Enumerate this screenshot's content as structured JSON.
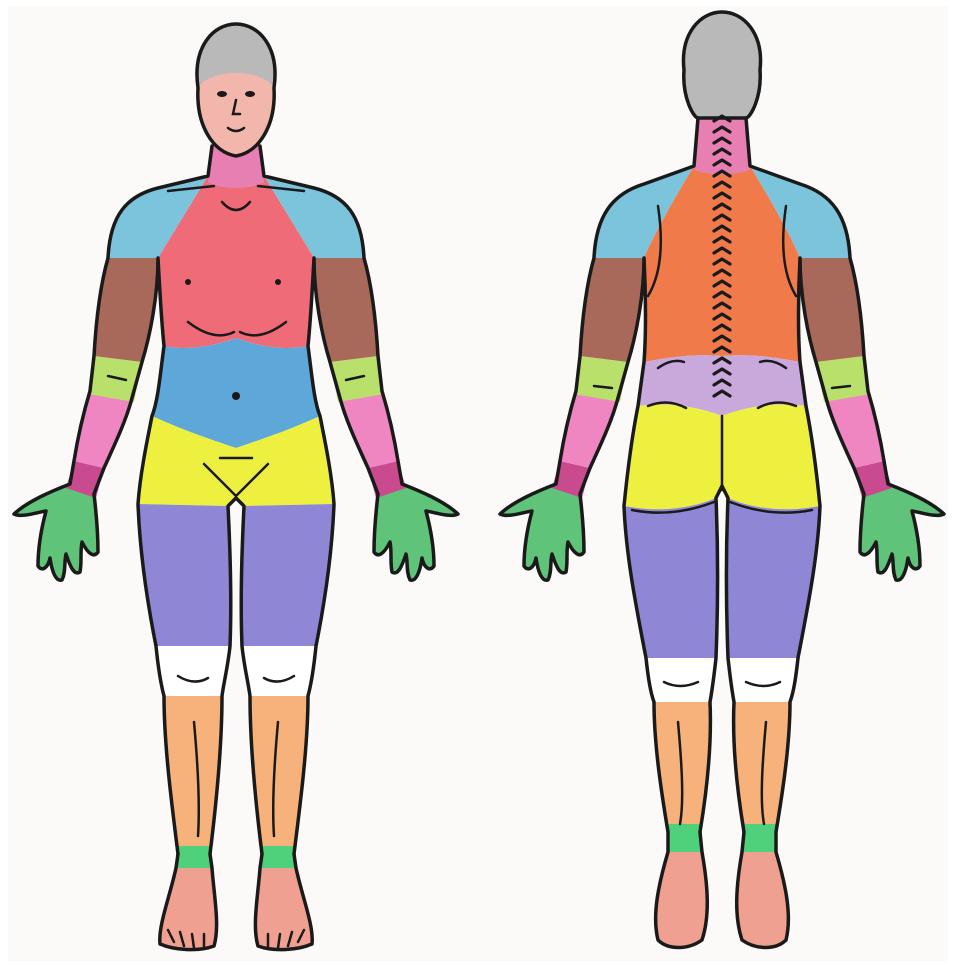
{
  "figure": {
    "views": [
      "front",
      "back"
    ],
    "background": "#fbfaf8",
    "outline_color": "#1a1a1a"
  },
  "colors": {
    "head": "#b9b9b9",
    "skin": "#f2b6ac",
    "neck": "#e87fb3",
    "shoulder": "#7cc4dc",
    "chest": "#ef6b78",
    "upper_back": "#f07a4a",
    "lower_back": "#c9a8dc",
    "abdomen": "#5ea7d9",
    "upper_arm": "#a8685a",
    "elbow": "#b9e06a",
    "forearm": "#ef86c2",
    "wrist": "#c94a8e",
    "hand": "#5fc47a",
    "pelvis": "#eef040",
    "thigh": "#8f86d6",
    "knee": "#ffffff",
    "lower_leg": "#f6b27a",
    "ankle": "#4fd07a",
    "foot": "#f0a090"
  },
  "regions": [
    {
      "name": "head",
      "views": [
        "front",
        "back"
      ]
    },
    {
      "name": "neck",
      "views": [
        "front",
        "back"
      ]
    },
    {
      "name": "shoulder",
      "views": [
        "front",
        "back"
      ]
    },
    {
      "name": "chest",
      "views": [
        "front"
      ]
    },
    {
      "name": "upper-back",
      "views": [
        "back"
      ]
    },
    {
      "name": "lower-back",
      "views": [
        "back"
      ]
    },
    {
      "name": "abdomen",
      "views": [
        "front"
      ]
    },
    {
      "name": "upper-arm",
      "views": [
        "front",
        "back"
      ]
    },
    {
      "name": "elbow",
      "views": [
        "front",
        "back"
      ]
    },
    {
      "name": "forearm",
      "views": [
        "front",
        "back"
      ]
    },
    {
      "name": "wrist",
      "views": [
        "front",
        "back"
      ]
    },
    {
      "name": "hand",
      "views": [
        "front",
        "back"
      ]
    },
    {
      "name": "pelvis",
      "views": [
        "front",
        "back"
      ]
    },
    {
      "name": "thigh",
      "views": [
        "front",
        "back"
      ]
    },
    {
      "name": "knee",
      "views": [
        "front",
        "back"
      ]
    },
    {
      "name": "lower-leg",
      "views": [
        "front",
        "back"
      ]
    },
    {
      "name": "ankle",
      "views": [
        "front",
        "back"
      ]
    },
    {
      "name": "foot",
      "views": [
        "front",
        "back"
      ]
    }
  ]
}
